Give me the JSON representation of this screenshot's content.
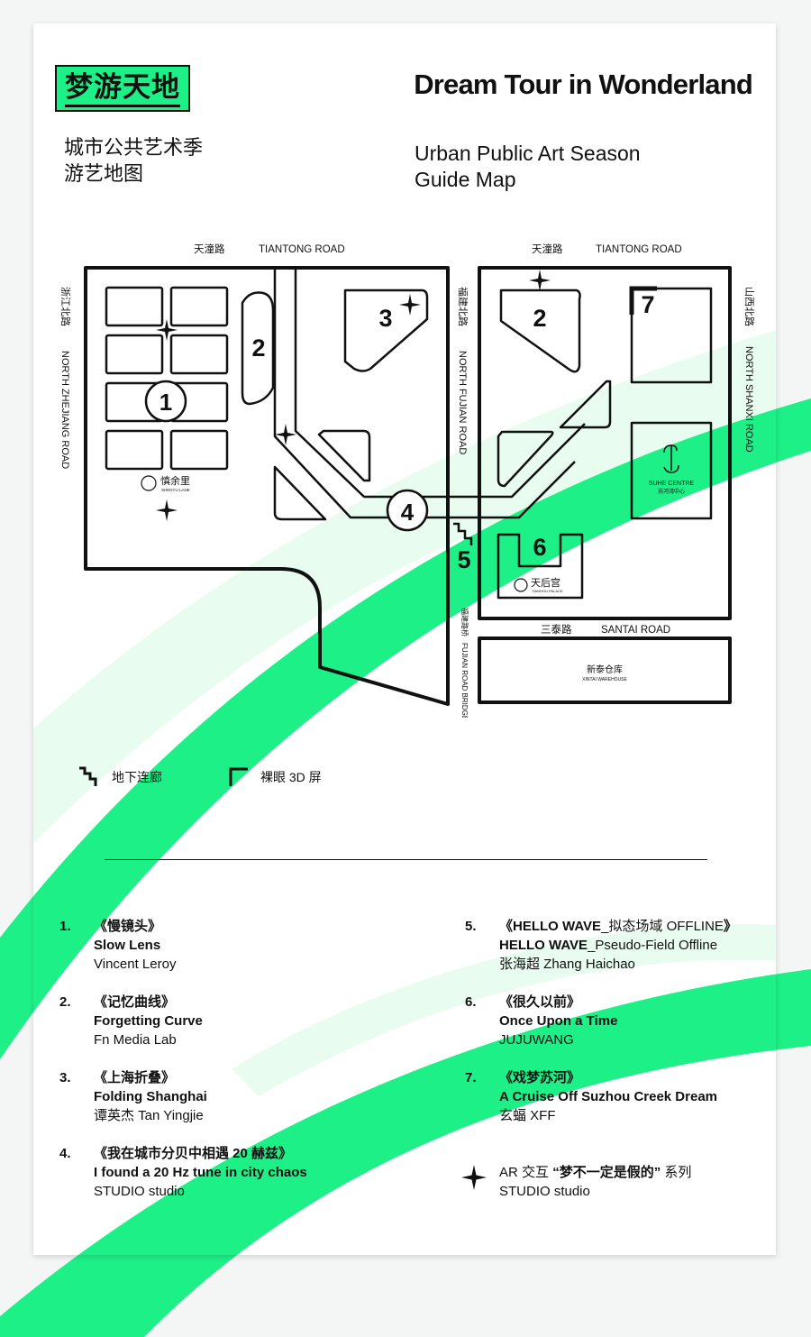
{
  "colors": {
    "accent": "#1ef088",
    "accent_light": "#e8fdef",
    "ink": "#111111"
  },
  "header": {
    "logo_cn": "梦游天地",
    "title_en": "Dream Tour in Wonderland",
    "subtitle_cn_line1": "城市公共艺术季",
    "subtitle_cn_line2": "游艺地图",
    "subtitle_en_line1": "Urban Public Art Season",
    "subtitle_en_line2": "Guide Map"
  },
  "map": {
    "roads": {
      "tiantong_cn": "天潼路",
      "tiantong_en": "TIANTONG ROAD",
      "zhejiang_cn": "浙江北路",
      "zhejiang_en": "NORTH ZHEJIANG ROAD",
      "fujian_cn": "福建北路",
      "fujian_en": "NORTH FUJIAN ROAD",
      "shanxi_cn": "山西北路",
      "shanxi_en": "NORTH SHANXI ROAD",
      "santai_cn": "三泰路",
      "santai_en": "SANTAI ROAD",
      "bridge_cn": "福建路桥",
      "bridge_en": "FUJIAN ROAD BRIDGE"
    },
    "landmarks": {
      "shenyu_cn": "慎余里",
      "shenyu_en": "SHENYU LANE",
      "suhe_en": "SUHE CENTRE",
      "suhe_cn": "苏河湾中心",
      "tianhou_cn": "天后宫",
      "tianhou_en": "TIANHOU PALACE",
      "xintai_cn": "新泰仓库",
      "xintai_en": "XINTAI WAREHOUSE"
    },
    "markers": [
      "1",
      "2",
      "2",
      "3",
      "4",
      "5",
      "6",
      "7"
    ]
  },
  "legend": {
    "underground": "地下连廊",
    "screen": "裸眼 3D 屏"
  },
  "artworks": [
    {
      "num": "1.",
      "cn": "《慢镜头》",
      "en": "Slow Lens",
      "artist": "Vincent Leroy"
    },
    {
      "num": "2.",
      "cn": "《记忆曲线》",
      "en": "Forgetting Curve",
      "artist": "Fn Media Lab"
    },
    {
      "num": "3.",
      "cn": "《上海折叠》",
      "en": "Folding Shanghai",
      "artist": "谭英杰 Tan Yingjie"
    },
    {
      "num": "4.",
      "cn": "《我在城市分贝中相遇 20 赫兹》",
      "en": "I found a 20 Hz tune in city chaos",
      "artist": "STUDIO studio"
    },
    {
      "num": "5.",
      "cn_bold_a": "《HELLO WAVE",
      "cn_normal": "_拟态场域 OFFLINE",
      "cn_bold_b": "》",
      "en_bold": "HELLO WAVE",
      "en_normal": "_Pseudo-Field Offline",
      "artist": "张海超 Zhang Haichao"
    },
    {
      "num": "6.",
      "cn": "《很久以前》",
      "en": "Once Upon a Time",
      "artist": "JUJUWANG"
    },
    {
      "num": "7.",
      "cn": "《戏梦苏河》",
      "en": "A Cruise Off Suzhou Creek Dream",
      "artist": "玄蝠 XFF"
    }
  ],
  "ar_series": {
    "prefix": "AR 交互",
    "quote_open": "“",
    "title": "梦不一定是假的",
    "quote_close": "”",
    "suffix": "系列",
    "artist": "STUDIO studio"
  }
}
